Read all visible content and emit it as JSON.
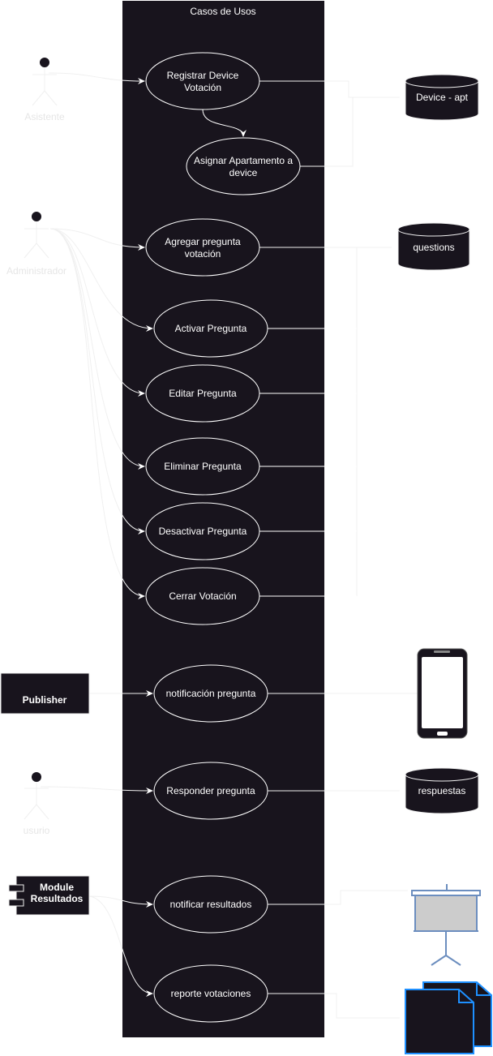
{
  "system": {
    "title": "Casos de Usos"
  },
  "actors": {
    "asistente": "Asistente",
    "administrador": "Administrador",
    "usuario": "usurio"
  },
  "components": {
    "publisher": "Publisher",
    "module_line1": "Module",
    "module_line2": "Resultados"
  },
  "use_cases": {
    "registrar": [
      "Registrar Device",
      "Votación"
    ],
    "asignar": [
      "Asignar Apartamento a",
      "device"
    ],
    "agregar": [
      "Agregar pregunta",
      "votación"
    ],
    "activar": "Activar Pregunta",
    "editar": "Editar Pregunta",
    "eliminar": "Eliminar Pregunta",
    "desactivar": "Desactivar Pregunta",
    "cerrar": "Cerrar Votación",
    "notificacion": "notificación pregunta",
    "responder": "Responder pregunta",
    "notificar": "notificar resultados",
    "reporte": "reporte votaciones"
  },
  "datastores": {
    "device_apt": "Device - apt",
    "questions": "questions",
    "respuestas": "respuestas"
  },
  "icons": {
    "mobile": "mobile-phone-icon",
    "screen": "projector-screen-icon",
    "documents": "documents-icon"
  },
  "colors": {
    "boundary": "#18141d",
    "line": "#f0f0f0",
    "actor": "#18141d",
    "accent": "#6c8ebf",
    "doc_border": "#1e90ff"
  }
}
